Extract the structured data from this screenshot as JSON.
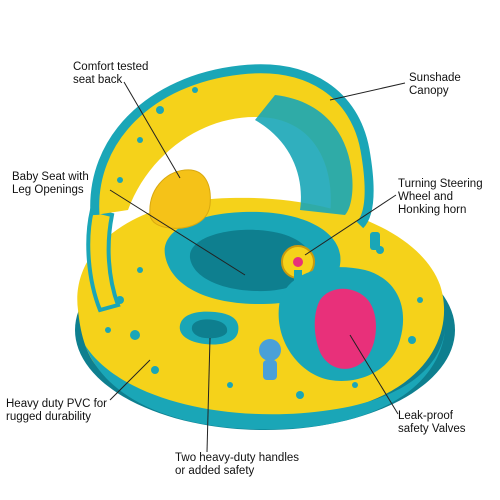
{
  "colors": {
    "yellow": "#f5d21a",
    "teal": "#1aa6b7",
    "teal_dark": "#0e7f8f",
    "pink": "#e8307a",
    "leader": "#222222"
  },
  "callouts": [
    {
      "id": "seat-back",
      "text": "Comfort tested\nseat back"
    },
    {
      "id": "canopy",
      "text": "Sunshade\nCanopy"
    },
    {
      "id": "baby-seat",
      "text": "Baby Seat with\nLeg Openings"
    },
    {
      "id": "steering",
      "text": "Turning Steering\nWheel and\nHonking horn"
    },
    {
      "id": "pvc",
      "text": "Heavy duty PVC for\nrugged durability"
    },
    {
      "id": "handles",
      "text": "Two heavy-duty handles\nor added safety"
    },
    {
      "id": "valves",
      "text": "Leak-proof\nsafety Valves"
    }
  ]
}
